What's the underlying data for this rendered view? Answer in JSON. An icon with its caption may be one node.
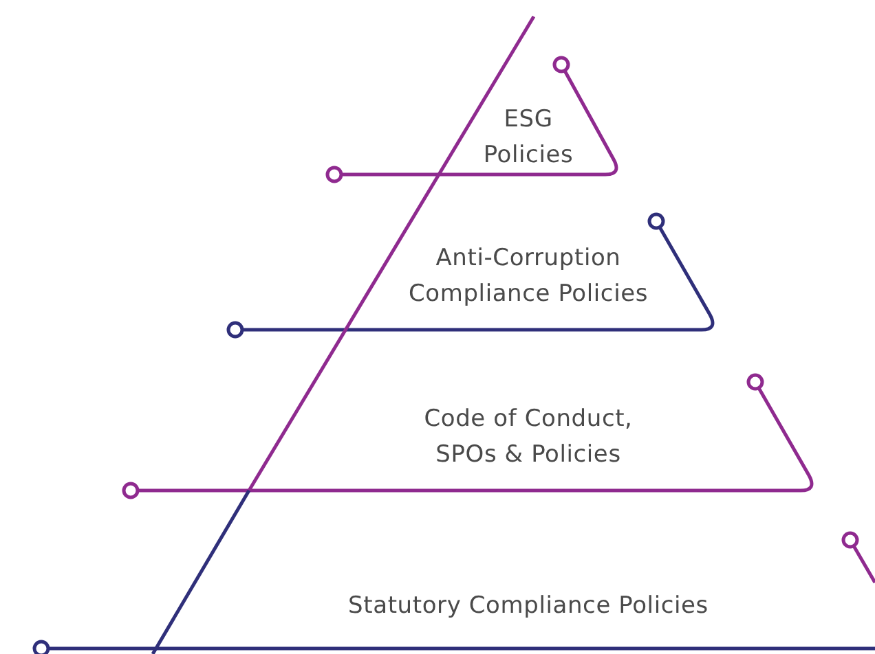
{
  "diagram": {
    "labels": [
      "ESG Policies",
      "Anti-Corruption Compliance Policies",
      "Code of Conduct, SPOs & Policies",
      "Statutory Compliance Policies"
    ]
  }
}
